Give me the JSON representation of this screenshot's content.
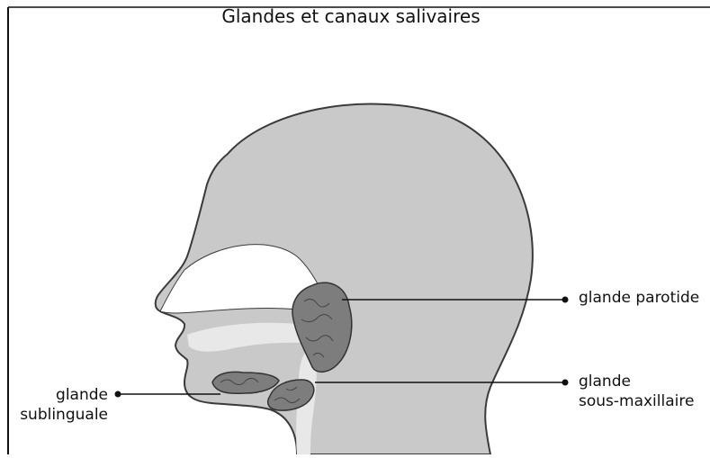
{
  "title": "Glandes et canaux salivaires",
  "labels": {
    "parotide": "glande parotide",
    "sous_maxillaire": [
      "glande",
      "sous-maxillaire"
    ],
    "sublinguale": [
      "glande",
      "sublinguale"
    ]
  },
  "colors": {
    "head": "#c9c9c9",
    "head_outline": "#3a3a3a",
    "gland": "#7d7d7d",
    "gland_outline": "#333333",
    "background": "#ffffff"
  }
}
